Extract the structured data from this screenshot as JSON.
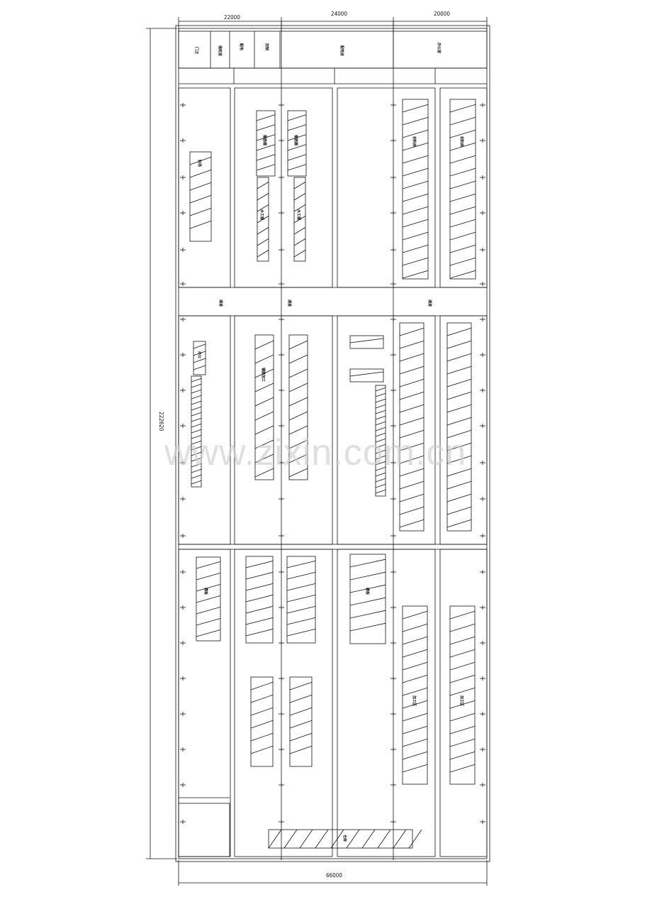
{
  "watermark": "www.zixin.com.cn",
  "dimensions": {
    "top": [
      "22000",
      "24000",
      "20000"
    ],
    "bottom": "66000",
    "left": "222620"
  },
  "room_labels": {
    "top_strip": [
      "门卫",
      "值班室",
      "配电",
      "控制",
      "配电房",
      "办公室"
    ],
    "bays": [
      "料场",
      "钢筋棚",
      "钢筋棚",
      "木工棚",
      "木工棚",
      "材料库",
      "材料库",
      "办公",
      "钢筋加工",
      "模板",
      "模板",
      "加工区",
      "加工区",
      "仓库"
    ],
    "aisle": [
      "通道",
      "通道",
      "通道"
    ]
  },
  "colors": {
    "line": "#111111",
    "watermark": "#cfcfcf",
    "background": "#ffffff"
  }
}
